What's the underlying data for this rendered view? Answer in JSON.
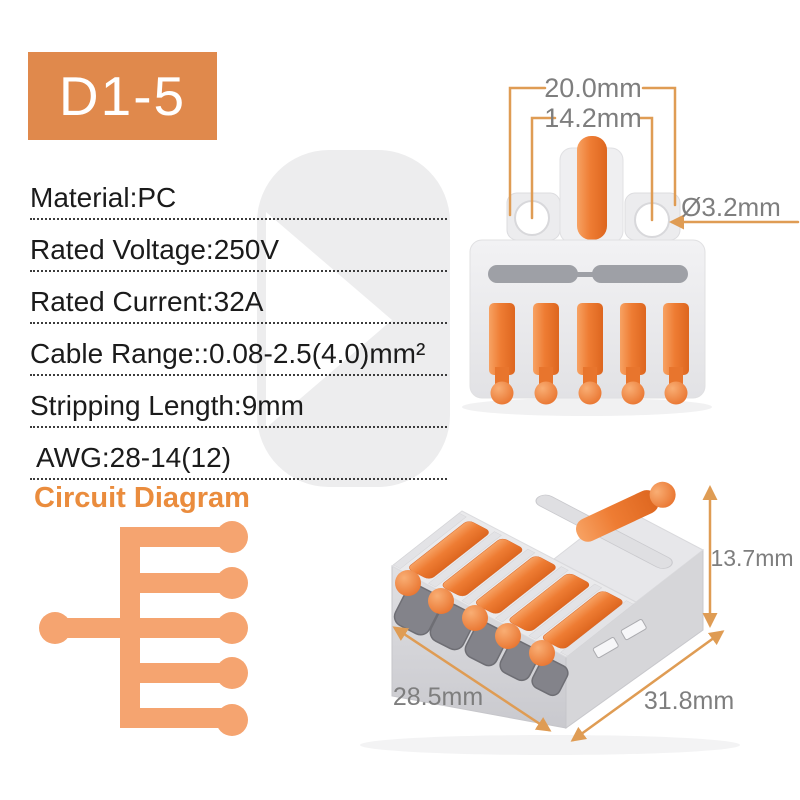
{
  "badge": {
    "label": "D1-5"
  },
  "specs": [
    "Material:PC",
    "Rated Voltage:250V",
    "Rated Current:32A",
    "Cable Range::0.08-2.5(4.0)mm²",
    "Stripping Length:9mm",
    "AWG:28-14(12)"
  ],
  "circuit": {
    "heading": "Circuit Diagram",
    "inputs": 1,
    "outputs": 5
  },
  "top_view": {
    "outer_width": "20.0mm",
    "hole_spacing": "14.2mm",
    "hole_diameter": "Ø3.2mm"
  },
  "perspective_view": {
    "width": "28.5mm",
    "length": "31.8mm",
    "height": "13.7mm"
  },
  "colors": {
    "badge_bg": "#E0894C",
    "badge_text": "#FFFFFF",
    "heading": "#EA8C3D",
    "diagram": "#F5A470",
    "dim_line": "#DF9C54",
    "dim_text": "#7E7E7E",
    "spec_text": "#1B1B1B",
    "dotted_line": "#3C3C3C",
    "watermark": "#EDEDEE",
    "connector_body": "#E9E9EB",
    "lever_orange": "#EE7C33"
  }
}
